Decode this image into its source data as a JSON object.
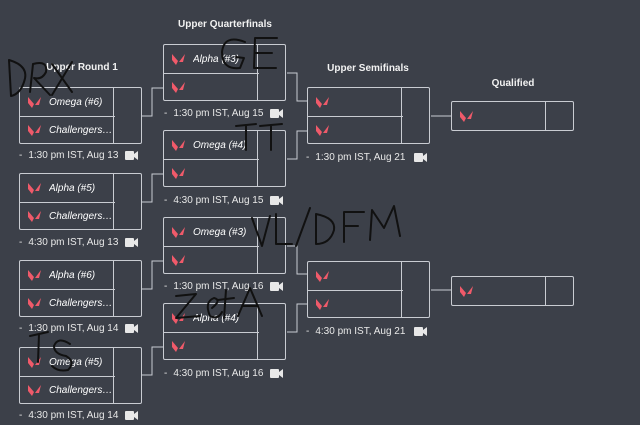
{
  "rounds": {
    "r1": "Upper Round 1",
    "qf": "Upper Quarterfinals",
    "sf": "Upper Semifinals",
    "q": "Qualified"
  },
  "matches": {
    "r1m1": {
      "top": "Omega (#6)",
      "bot": "Challengers T...",
      "time": "1:30 pm IST, Aug 13"
    },
    "r1m2": {
      "top": "Alpha (#5)",
      "bot": "Challengers T...",
      "time": "4:30 pm IST, Aug 13"
    },
    "r1m3": {
      "top": "Alpha (#6)",
      "bot": "Challengers T...",
      "time": "1:30 pm IST, Aug 14"
    },
    "r1m4": {
      "top": "Omega (#5)",
      "bot": "Challengers T...",
      "time": "4:30 pm IST, Aug 14"
    },
    "qfm1": {
      "top": "Alpha (#3)",
      "bot": "",
      "time": "1:30 pm IST, Aug 15"
    },
    "qfm2": {
      "top": "Omega (#4)",
      "bot": "",
      "time": "4:30 pm IST, Aug 15"
    },
    "qfm3": {
      "top": "Omega (#3)",
      "bot": "",
      "time": "1:30 pm IST, Aug 16"
    },
    "qfm4": {
      "top": "Alpha (#4)",
      "bot": "",
      "time": "4:30 pm IST, Aug 16"
    },
    "sfm1": {
      "top": "",
      "bot": "",
      "time": "1:30 pm IST, Aug 21"
    },
    "sfm2": {
      "top": "",
      "bot": "",
      "time": "4:30 pm IST, Aug 21"
    }
  },
  "dash": "-",
  "annotations": {
    "a1": "DRX",
    "a2": "GE",
    "a3": "TT",
    "a4": "VL/DFM",
    "a5": "ZetA",
    "a6": "TS"
  },
  "colors": {
    "background": "#3c4049",
    "border": "#c9ccd2",
    "logo": "#f05a6a"
  },
  "icons": {
    "team": "valorant-logo-icon",
    "stream": "video-camera-icon"
  }
}
